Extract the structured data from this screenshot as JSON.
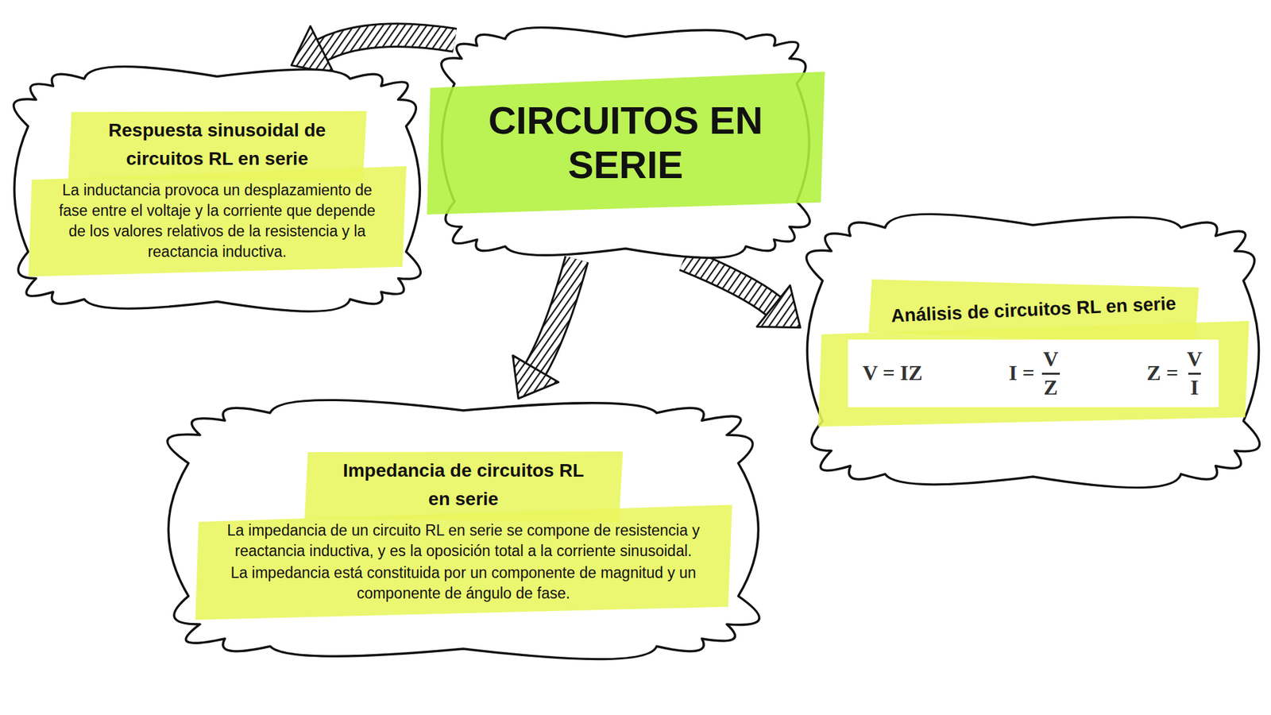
{
  "diagram": {
    "nodes": [
      {
        "text": [
          "CIRCUITOS EN SERIE"
        ]
      },
      {
        "text": [
          "Respuesta sinusoidal de circuitos RL en serie",
          "La inductancia provoca un desplazamiento de fase entre el voltaje y la corriente que depende de los valores relativos de la resistencia y la reactancia inductiva."
        ]
      },
      {
        "text": [
          "Impedancia de circuitos RL en serie",
          "La impedancia de un circuito RL en serie se compone de resistencia y reactancia inductiva, y es la oposición total a la corriente sinusoidal.",
          "La impedancia está constituida por un componente de magnitud y un componente de ángulo de fase."
        ]
      },
      {
        "text": [
          "Análisis de circuitos RL en serie",
          "V = IZ",
          "I =",
          "V",
          "Z",
          "Z =",
          "V",
          "I"
        ]
      }
    ],
    "edges": [
      {
        "from": 0,
        "to": 1,
        "arrow": "to"
      },
      {
        "from": 0,
        "to": 2,
        "arrow": "to"
      },
      {
        "from": 0,
        "to": 3,
        "arrow": "to"
      }
    ]
  }
}
